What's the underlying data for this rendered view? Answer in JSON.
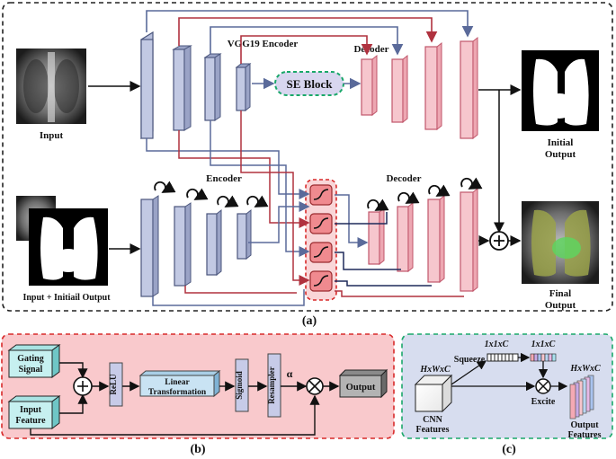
{
  "panel_a": {
    "caption": "(a)",
    "input_label": "Input",
    "input2_label": "Input + Initiail Output",
    "vgg_label": "VGG19 Encoder",
    "decoder1_label": "Decoder",
    "se_label": "SE Block",
    "encoder2_label": "Encoder",
    "decoder2_label": "Decoder",
    "initial_output_l1": "Initial",
    "initial_output_l2": "Output",
    "final_output_l1": "Final",
    "final_output_l2": "Output"
  },
  "panel_b": {
    "caption": "(b)",
    "gating_l1": "Gating",
    "gating_l2": "Signal",
    "input_feat_l1": "Input",
    "input_feat_l2": "Feature",
    "relu": "ReLU",
    "linear_l1": "Linear",
    "linear_l2": "Transformation",
    "sigmoid": "Sigmoid",
    "resampler": "Resampler",
    "alpha": "α",
    "output": "Output"
  },
  "panel_c": {
    "caption": "(c)",
    "squeeze": "Squeeze",
    "dim1": "1x1xC",
    "dim2": "1x1xC",
    "dim_in": "HxWxC",
    "dim_out": "HxWxC",
    "excite": "Excite",
    "cnn_l1": "CNN",
    "cnn_l2": "Features",
    "out_l1": "Output",
    "out_l2": "Features"
  },
  "colors": {
    "blue_block": "#b7bfdc",
    "pink_block": "#f6c6cd",
    "red_line": "#b0323f",
    "blue_line": "#5a6a9a",
    "panel_b_bg": "#f9c9cc",
    "panel_c_bg": "#d7ddef",
    "se_fill": "#d8d6ef",
    "se_border": "#1aa86a"
  }
}
